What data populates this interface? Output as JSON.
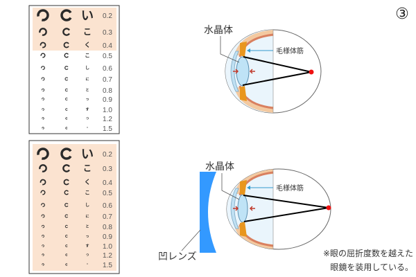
{
  "badge": "③",
  "charts": {
    "rows": [
      {
        "value": "0.2",
        "kana": "い"
      },
      {
        "value": "0.3",
        "kana": "こ"
      },
      {
        "value": "0.4",
        "kana": "く"
      },
      {
        "value": "0.5",
        "kana": "こ"
      },
      {
        "value": "0.6",
        "kana": "し"
      },
      {
        "value": "0.7",
        "kana": "に"
      },
      {
        "value": "0.8",
        "kana": "と"
      },
      {
        "value": "0.9",
        "kana": "っ"
      },
      {
        "value": "1.0",
        "kana": "す"
      },
      {
        "value": "1.2",
        "kana": "っ"
      },
      {
        "value": "1.5",
        "kana": "・"
      }
    ],
    "top_highlighted_rows": 3,
    "bottom_highlighted_rows": 11,
    "highlight_color": "#fbe3d0"
  },
  "top_eye": {
    "lens_label": "水晶体",
    "muscle_label": "毛様体筋"
  },
  "bottom_eye": {
    "lens_label": "水晶体",
    "muscle_label": "毛様体筋",
    "concave_lens_label": "凹レンズ"
  },
  "note": {
    "line1": "※眼の屈折度数を越えた",
    "line2": "眼鏡を装用している。"
  },
  "colors": {
    "focus_point": "#ee1111",
    "concave_lens": "#3399ff",
    "muscle": "#e8961e"
  }
}
